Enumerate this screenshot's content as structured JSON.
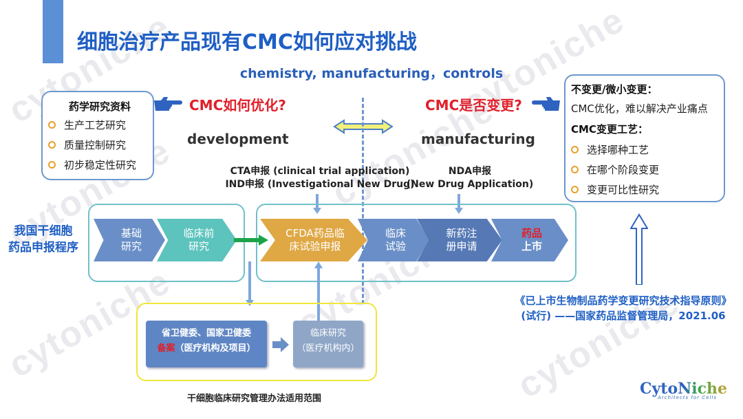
{
  "title": "细胞治疗产品现有CMC如何应对挑战",
  "subtitle": "chemistry, manufacturing，controls",
  "left_box": {
    "title": "药学研究资料",
    "items": [
      "生产工艺研究",
      "质量控制研究",
      "初步稳定性研究"
    ]
  },
  "right_box": {
    "line1": "不变更/微小变更：",
    "line2": "CMC优化，难以解决产业痛点",
    "line3": "CMC变更工艺：",
    "items": [
      "选择哪种工艺",
      "在哪个阶段变更",
      "变更可比性研究"
    ]
  },
  "labels": {
    "cmc_optimize": "CMC如何优化?",
    "cmc_change": "CMC是否变更?",
    "development": "development",
    "manufacturing": "manufacturing",
    "cta_line1": "CTA申报 (clinical trial application)",
    "cta_line2": "IND申报 (Investigational New Drug)",
    "nda_line1": "NDA申报",
    "nda_line2": "(New Drug Application)"
  },
  "side_label": {
    "line1": "我国干细胞",
    "line2": "药品申报程序"
  },
  "steps": [
    {
      "line1": "基础",
      "line2": "研究"
    },
    {
      "line1": "临床前",
      "line2": "研究"
    },
    {
      "line1": "CFDA药品临",
      "line2": "床试验申报"
    },
    {
      "line1": "临床",
      "line2": "试验"
    },
    {
      "line1": "新药注",
      "line2": "册申请"
    },
    {
      "line1": "药品",
      "line2": "上市"
    }
  ],
  "bottom_box": {
    "left_line1": "省卫健委、国家卫健委",
    "left_red": "备案",
    "left_line2": "（医疗机构及项目）",
    "right_line1": "临床研究",
    "right_line2": "（医疗机构内）",
    "caption": "干细胞临床研究管理办法适用范围"
  },
  "guideline": {
    "line1": "《已上市生物制品药学变更研究技术指导原则》",
    "line2": "(试行) ——国家药品监督管理局，2021.06"
  },
  "logo": {
    "text": "CytoNiche",
    "tagline": "Architects for Cells"
  },
  "watermark": "cytoniche",
  "colors": {
    "title_blue": "#1f5fc4",
    "red": "#e0202a",
    "chevron_blue": "#6a8fc8",
    "chevron_teal": "#5cc3bd",
    "chevron_gold": "#dfa845",
    "chevron_mid": "#5679b6",
    "frame_teal": "#6fc0c8",
    "frame_yellow": "#f1e63a",
    "arrow_green": "#1ca34a",
    "dash_blue": "#6c96cf"
  }
}
